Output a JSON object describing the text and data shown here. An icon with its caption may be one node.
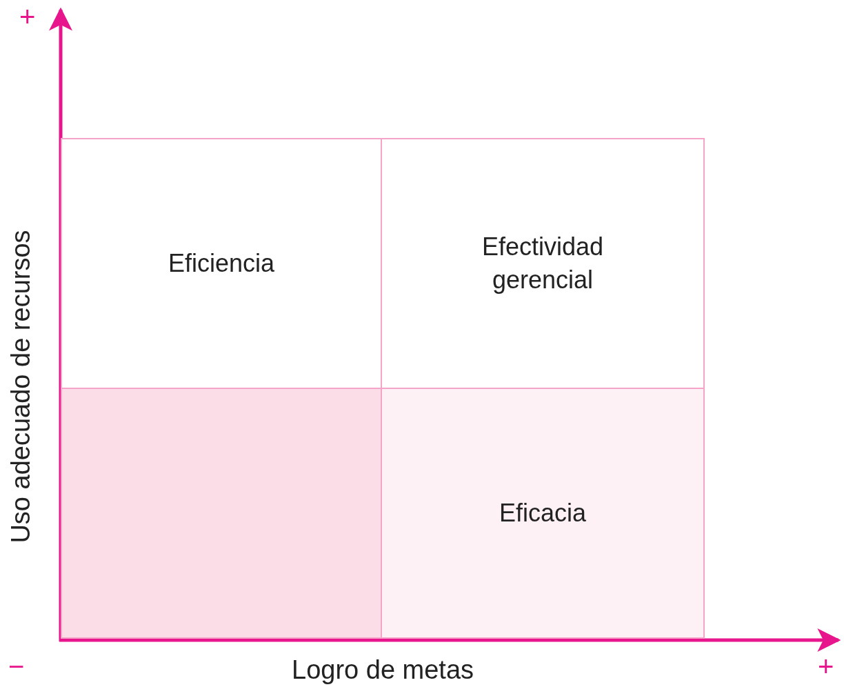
{
  "diagram": {
    "nodes": [
      {
        "text": [
          "Eficiencia"
        ]
      },
      {
        "text": [
          "Efectividad gerencial"
        ]
      },
      {
        "text": [],
        "shape": "box"
      },
      {
        "text": [
          "Eficacia"
        ]
      }
    ],
    "labels": [
      "+",
      "Uso adecuado de recursos",
      "−",
      "Logro de metas",
      "+"
    ]
  }
}
